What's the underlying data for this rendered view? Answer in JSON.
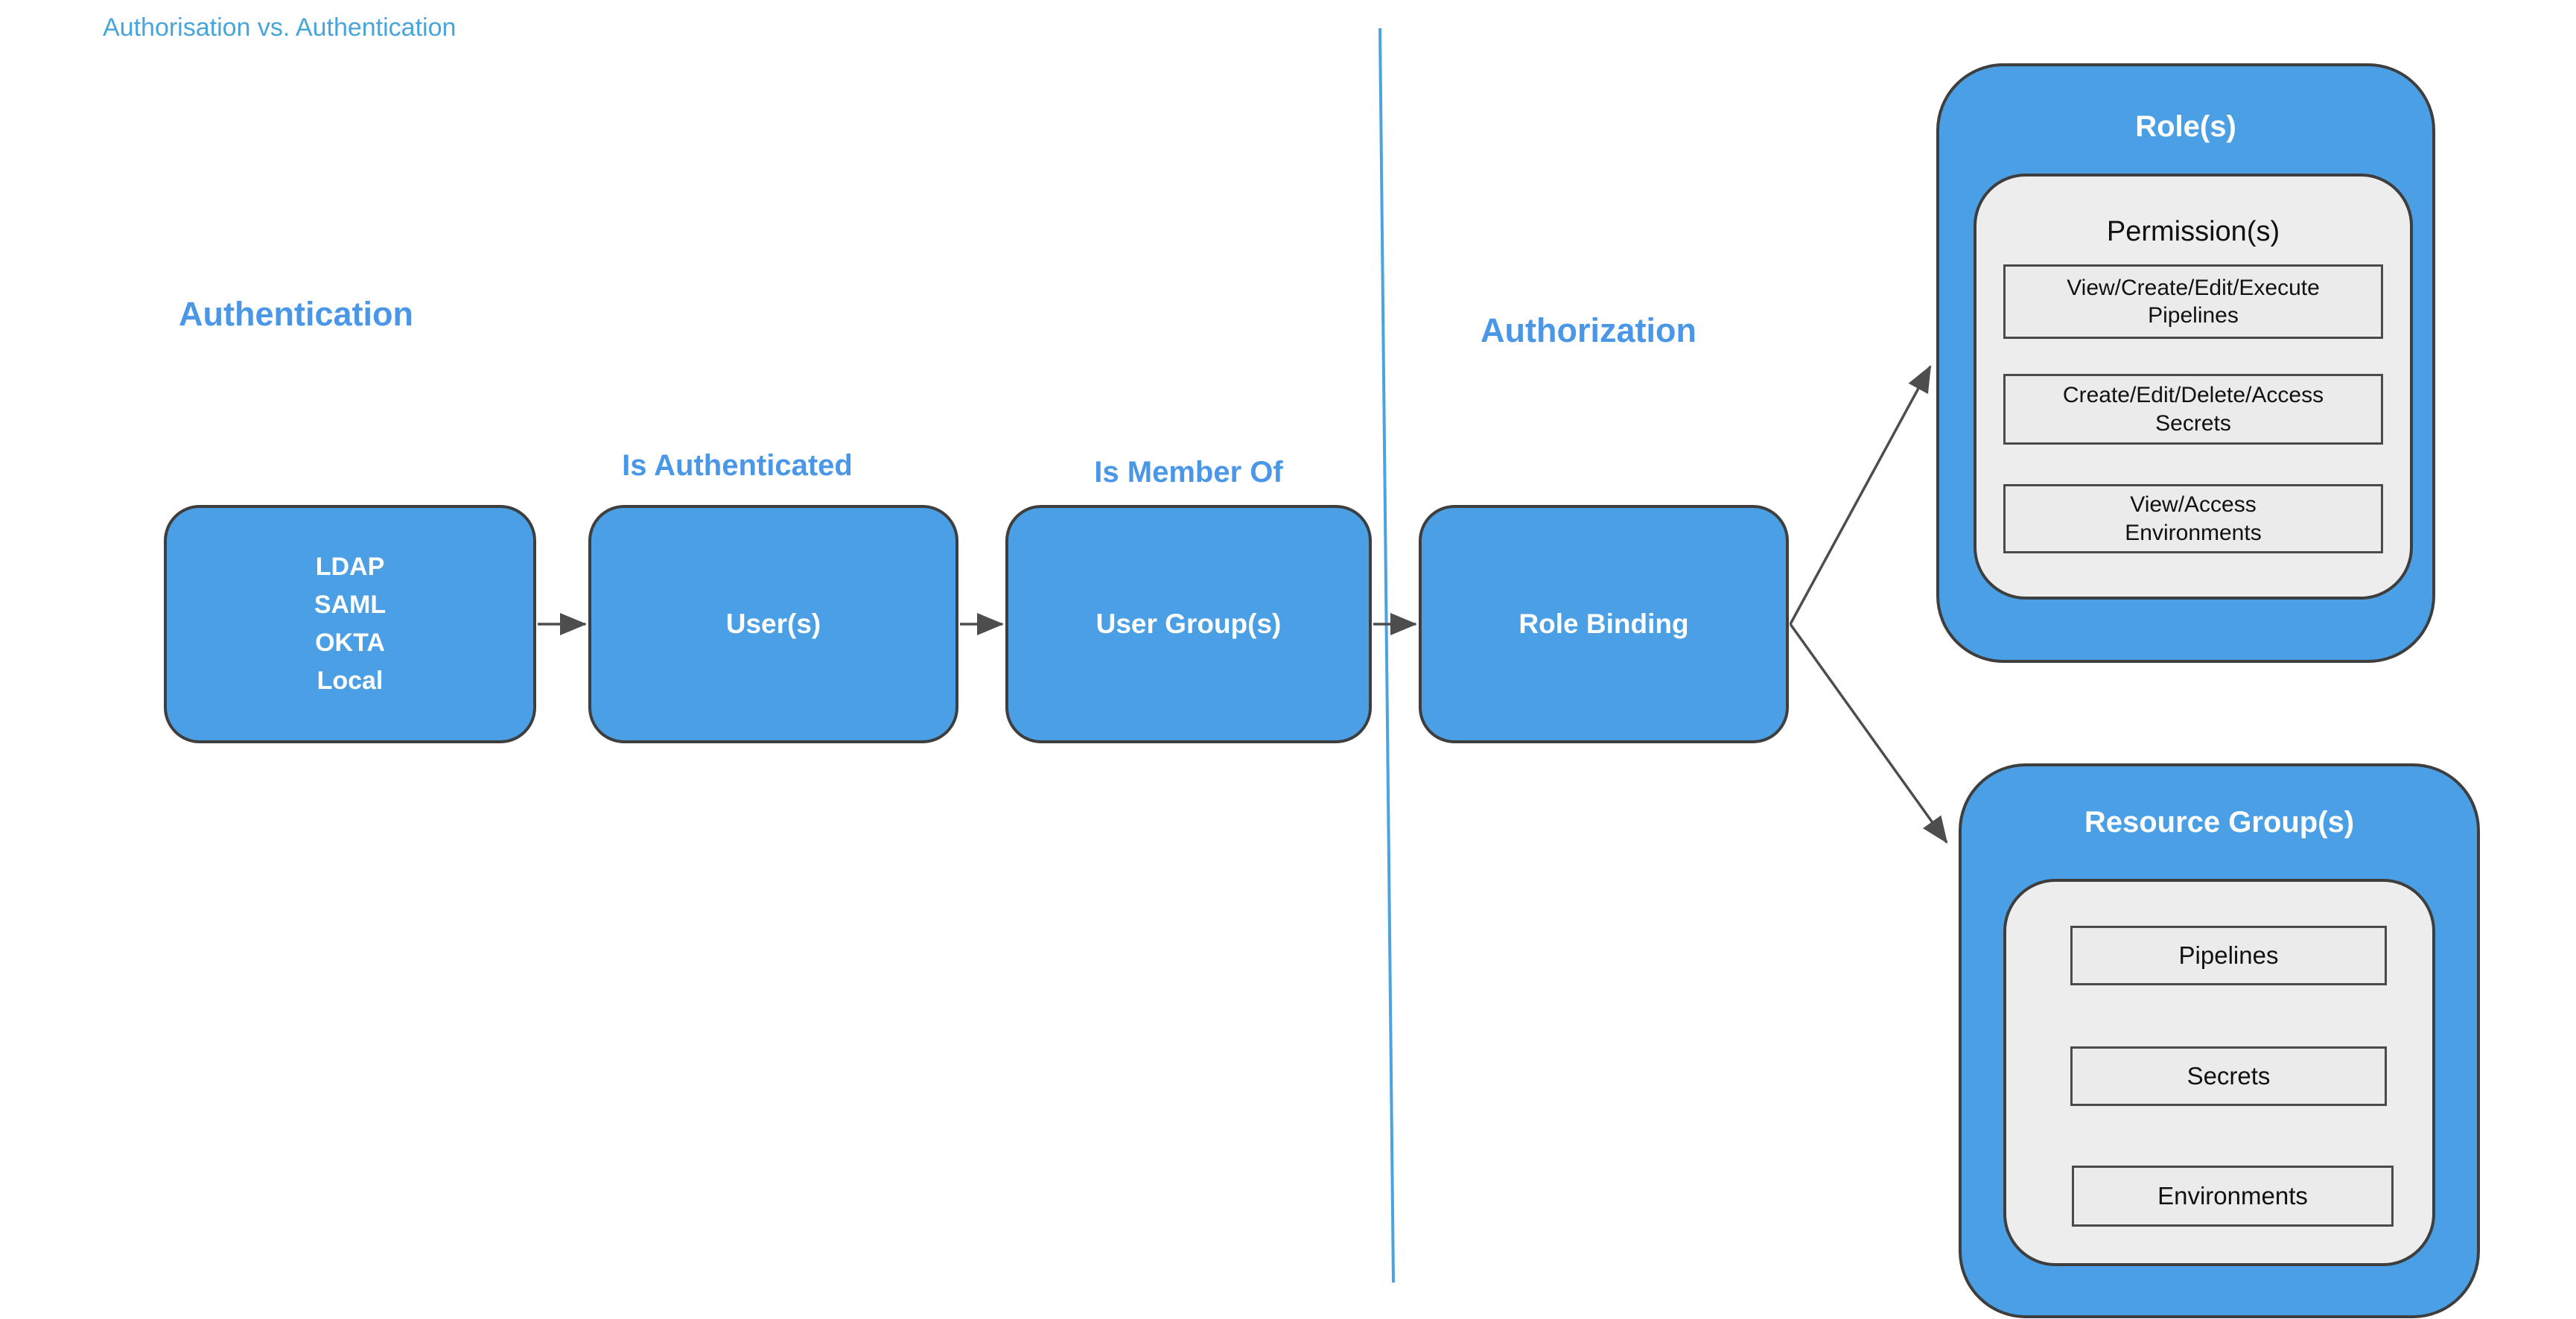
{
  "title": "Authorisation vs. Authentication",
  "colors": {
    "box_blue": "#4A9FE5",
    "heading_blue": "#4A97E8",
    "title_blue": "#47A5DC",
    "divider_blue": "#4BA4DF",
    "arrow_gray": "#4D4D4D",
    "panel_gray": "#EDEDED"
  },
  "headings": {
    "left": "Authentication",
    "right": "Authorization"
  },
  "flow": {
    "identity_providers": [
      "LDAP",
      "SAML",
      "OKTA",
      "Local"
    ],
    "users_label": "User(s)",
    "user_groups_label": "User Group(s)",
    "role_binding_label": "Role Binding",
    "is_authenticated_label": "Is Authenticated",
    "is_member_of_label": "Is Member Of"
  },
  "roles": {
    "title": "Role(s)",
    "permissions_title": "Permission(s)",
    "permissions": [
      "View/Create/Edit/Execute\nPipelines",
      "Create/Edit/Delete/Access\nSecrets",
      "View/Access\nEnvironments"
    ]
  },
  "resource_groups": {
    "title": "Resource Group(s)",
    "resources": [
      "Pipelines",
      "Secrets",
      "Environments"
    ]
  }
}
